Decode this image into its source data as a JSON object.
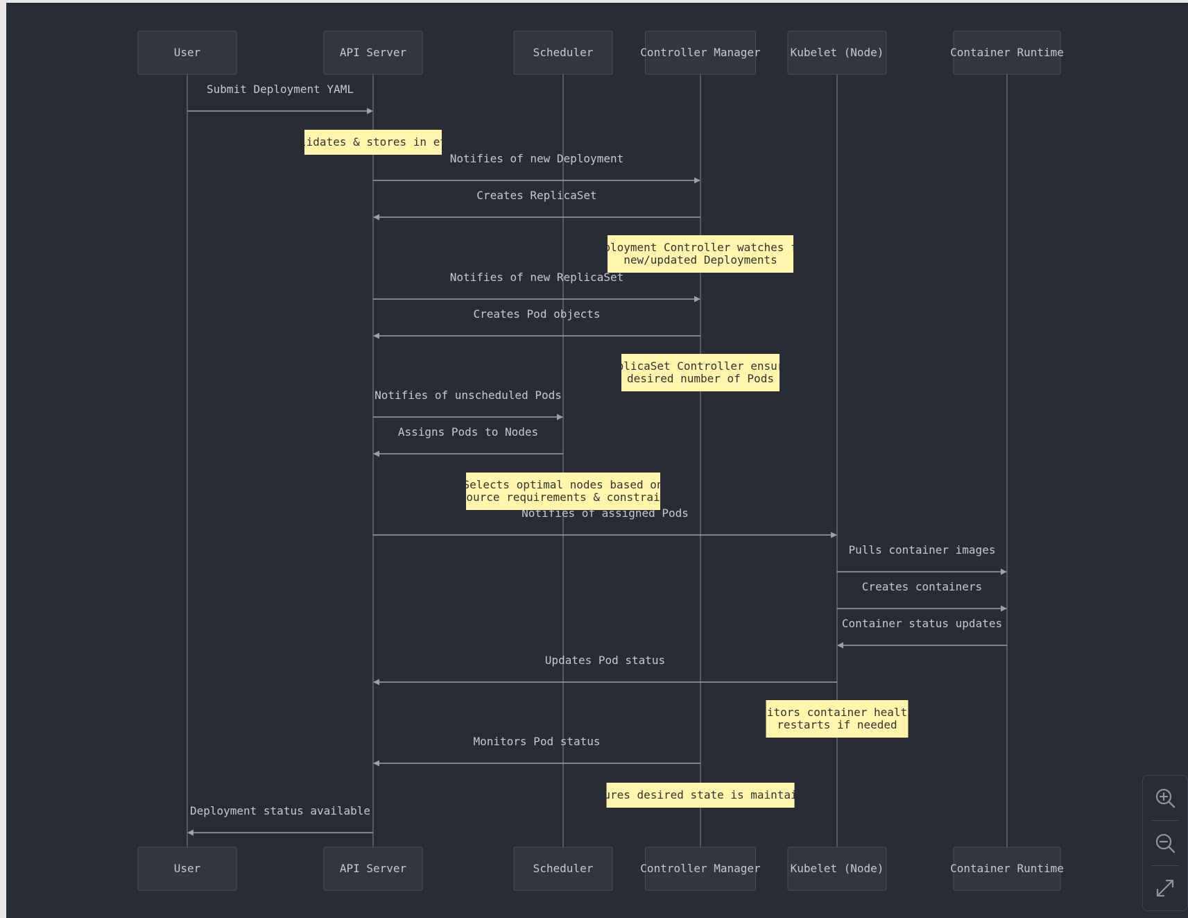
{
  "colors": {
    "background": "#282c34",
    "actor_fill": "#323641",
    "actor_stroke": "#4a505c",
    "actor_text": "#c5c9d2",
    "lifeline": "#6d7380",
    "message_line": "#9aa0ab",
    "message_text": "#c5c9d2",
    "note_fill": "#fff5ad",
    "note_text": "#333333"
  },
  "participants": [
    {
      "id": "user",
      "label": "User"
    },
    {
      "id": "api",
      "label": "API Server"
    },
    {
      "id": "sched",
      "label": "Scheduler"
    },
    {
      "id": "cm",
      "label": "Controller Manager"
    },
    {
      "id": "kubelet",
      "label": "Kubelet (Node)"
    },
    {
      "id": "runtime",
      "label": "Container Runtime"
    }
  ],
  "events": [
    {
      "kind": "message",
      "from": "user",
      "to": "api",
      "text": "Submit Deployment YAML"
    },
    {
      "kind": "note",
      "over": "api",
      "lines": [
        "Validates & stores in etcd"
      ]
    },
    {
      "kind": "message",
      "from": "api",
      "to": "cm",
      "text": "Notifies of new Deployment"
    },
    {
      "kind": "message",
      "from": "cm",
      "to": "api",
      "text": "Creates ReplicaSet"
    },
    {
      "kind": "note",
      "over": "cm",
      "lines": [
        "Deployment Controller watches for",
        "new/updated Deployments"
      ]
    },
    {
      "kind": "message",
      "from": "api",
      "to": "cm",
      "text": "Notifies of new ReplicaSet"
    },
    {
      "kind": "message",
      "from": "cm",
      "to": "api",
      "text": "Creates Pod objects"
    },
    {
      "kind": "note",
      "over": "cm",
      "lines": [
        "ReplicaSet Controller ensures",
        "desired number of Pods"
      ]
    },
    {
      "kind": "message",
      "from": "api",
      "to": "sched",
      "text": "Notifies of unscheduled Pods"
    },
    {
      "kind": "message",
      "from": "sched",
      "to": "api",
      "text": "Assigns Pods to Nodes"
    },
    {
      "kind": "note",
      "over": "sched",
      "lines": [
        "Selects optimal nodes based on",
        "resource requirements & constraints"
      ]
    },
    {
      "kind": "message",
      "from": "api",
      "to": "kubelet",
      "text": "Notifies of assigned Pods"
    },
    {
      "kind": "message",
      "from": "kubelet",
      "to": "runtime",
      "text": "Pulls container images"
    },
    {
      "kind": "message",
      "from": "kubelet",
      "to": "runtime",
      "text": "Creates containers"
    },
    {
      "kind": "message",
      "from": "runtime",
      "to": "kubelet",
      "text": "Container status updates"
    },
    {
      "kind": "message",
      "from": "kubelet",
      "to": "api",
      "text": "Updates Pod status"
    },
    {
      "kind": "note",
      "over": "kubelet",
      "lines": [
        "Monitors container health &",
        "restarts if needed"
      ]
    },
    {
      "kind": "message",
      "from": "cm",
      "to": "api",
      "text": "Monitors Pod status"
    },
    {
      "kind": "note",
      "over": "cm",
      "lines": [
        "Ensures desired state is maintained"
      ]
    },
    {
      "kind": "message",
      "from": "api",
      "to": "user",
      "text": "Deployment status available"
    }
  ],
  "controls": [
    {
      "name": "zoom-in-icon",
      "label": "Zoom in"
    },
    {
      "name": "zoom-out-icon",
      "label": "Zoom out"
    },
    {
      "name": "fit-screen-icon",
      "label": "Fit to screen"
    }
  ]
}
